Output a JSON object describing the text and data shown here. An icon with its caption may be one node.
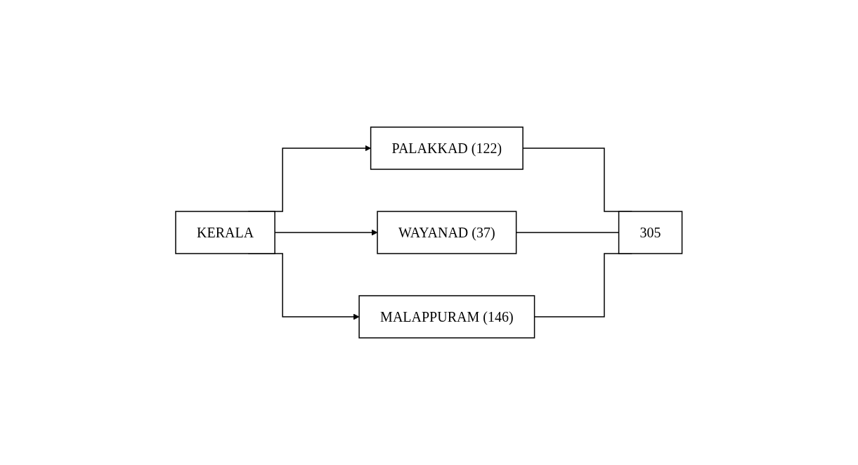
{
  "diagram": {
    "nodes": [
      {
        "text": [
          "KERALA"
        ]
      },
      {
        "text": [
          "PALAKKAD (122)"
        ]
      },
      {
        "text": [
          "WAYANAD (37)"
        ]
      },
      {
        "text": [
          "MALAPPURAM (146)"
        ]
      },
      {
        "text": [
          "305"
        ]
      }
    ],
    "edges": [
      {
        "from": 0,
        "to": 1,
        "arrow": "to"
      },
      {
        "from": 0,
        "to": 2,
        "arrow": "to"
      },
      {
        "from": 0,
        "to": 3,
        "arrow": "to"
      },
      {
        "from": 1,
        "to": 4,
        "arrow": "none"
      },
      {
        "from": 2,
        "to": 4,
        "arrow": "none"
      },
      {
        "from": 3,
        "to": 4,
        "arrow": "none"
      }
    ]
  }
}
